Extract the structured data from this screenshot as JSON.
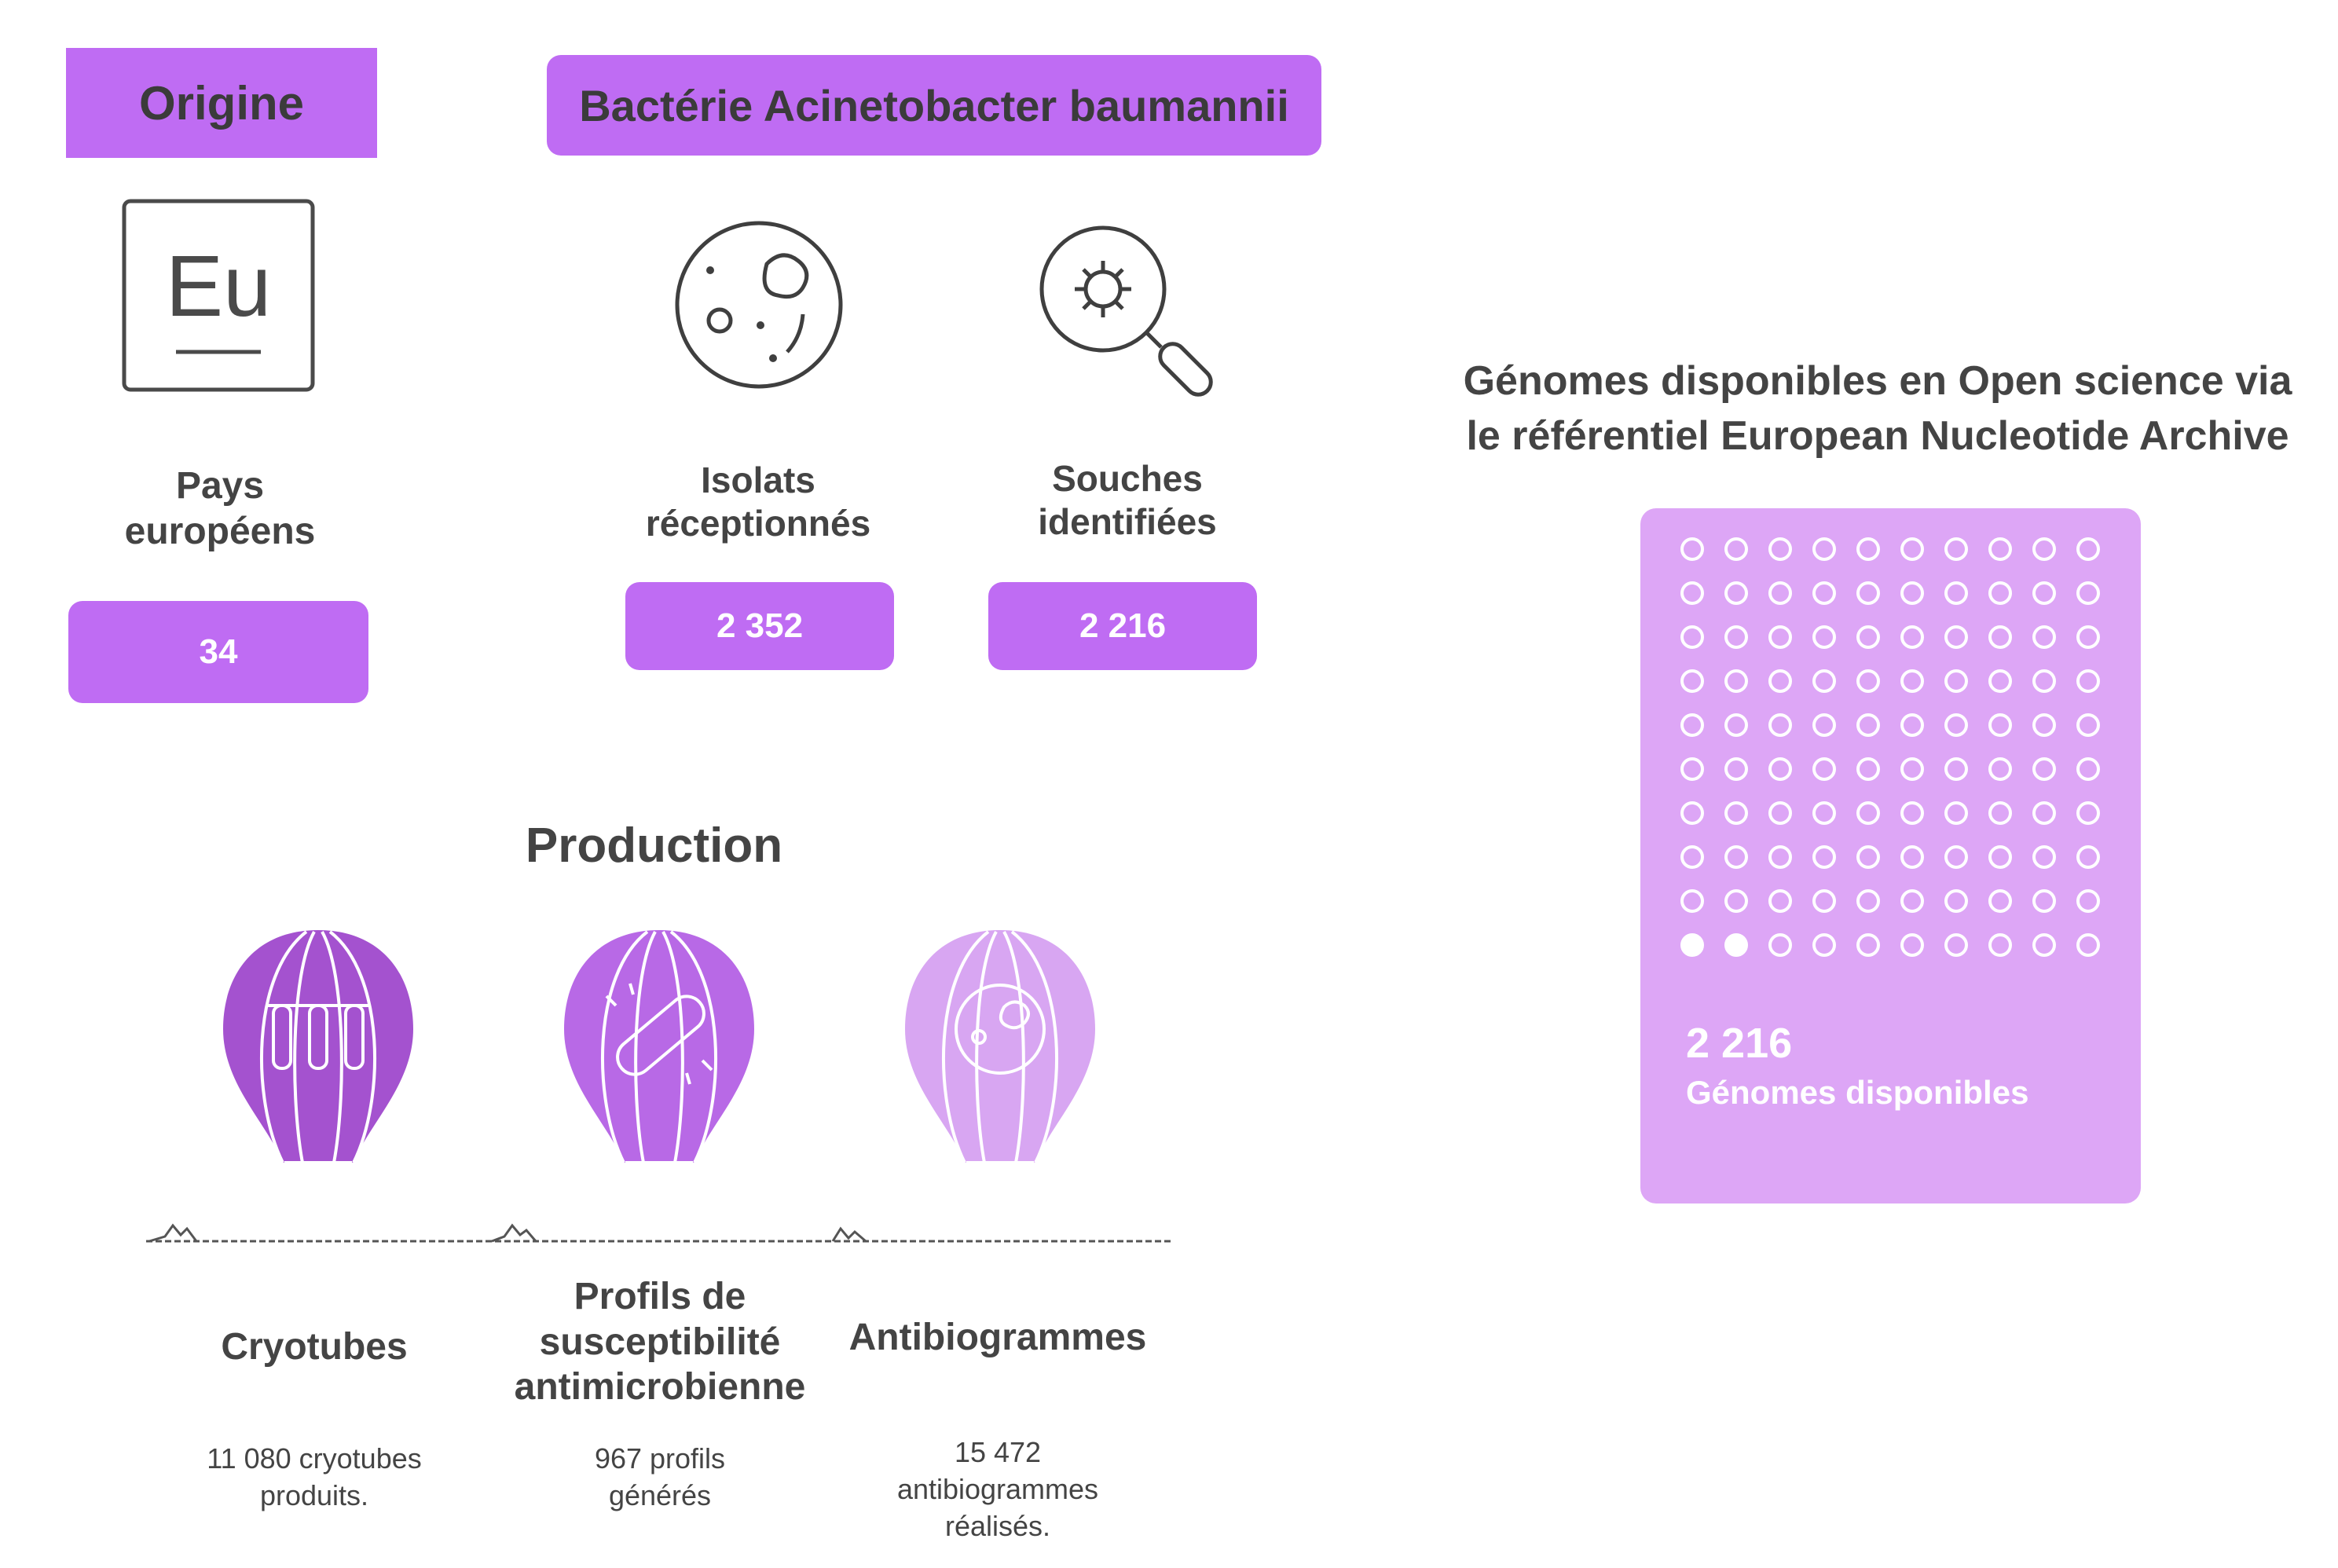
{
  "origine": {
    "tag": "Origine",
    "icon_text": "Eu",
    "label": "Pays\neuropéens",
    "value": "34"
  },
  "bacterie": {
    "tag": "Bactérie Acinetobacter baumannii",
    "isolats_label": "Isolats\nréceptionnés",
    "isolats_value": "2 352",
    "souches_label": "Souches\nidentifiées",
    "souches_value": "2 216"
  },
  "production": {
    "title": "Production",
    "items": [
      {
        "label": "Cryotubes",
        "desc": "11 080 cryotubes\nproduits."
      },
      {
        "label": "Profils de\nsusceptibilité\nantimicrobienne",
        "desc": "967 profils\ngénérés"
      },
      {
        "label": "Antibiogrammes",
        "desc": "15 472\nantibiogrammes\nréalisés."
      }
    ]
  },
  "genomes": {
    "title": "Génomes disponibles en Open science via\nle référentiel European Nucleotide Archive",
    "value": "2 216",
    "subtitle": "Génomes disponibles",
    "grid_rows": 10,
    "grid_cols": 10,
    "filled_dots": 2
  },
  "colors": {
    "accent": "#bf6cf3",
    "panel": "#dda6f6",
    "balloon_dark": "#a452cf",
    "balloon_mid": "#b869e6",
    "balloon_light": "#d8a6f2"
  }
}
